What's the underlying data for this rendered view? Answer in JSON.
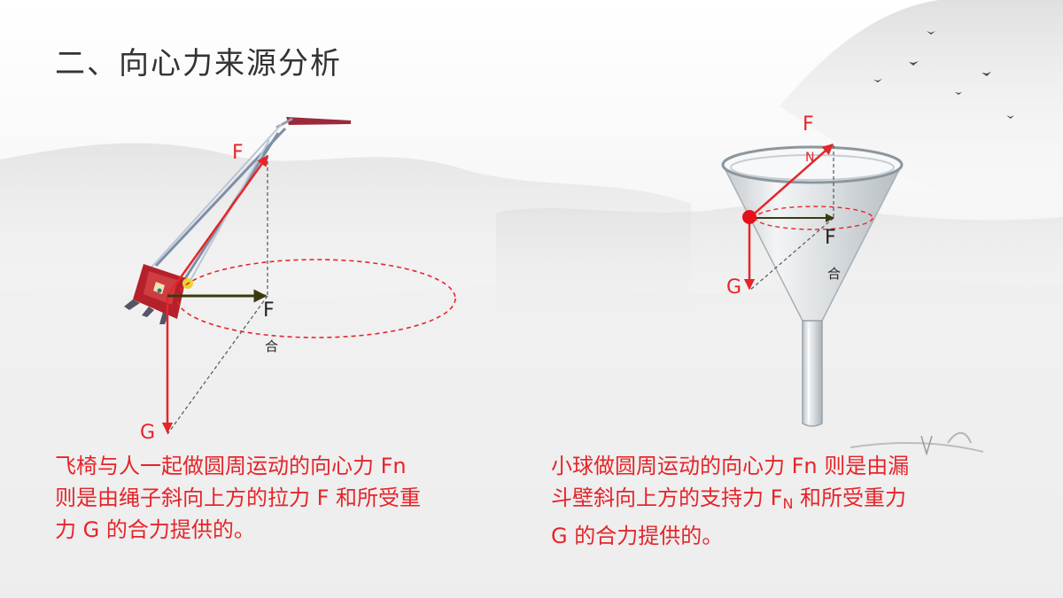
{
  "title": "二、向心力来源分析",
  "left_diagram": {
    "label_F": "F",
    "label_Fhe": "F",
    "label_he": "合",
    "label_G": "G"
  },
  "right_diagram": {
    "label_FN": "F",
    "label_N": "N",
    "label_Fhe": "F",
    "label_he": "合",
    "label_G": "G"
  },
  "caption_left": {
    "line1": "飞椅与人一起做圆周运动的向心力 Fn",
    "line2": "则是由绳子斜向上方的拉力 F 和所受重",
    "line3": "力 G 的合力提供的。"
  },
  "caption_right": {
    "line1": "小球做圆周运动的向心力 Fn 则是由漏",
    "line2_a": "斗壁斜向上方的支持力 F",
    "line2_sub": "N",
    "line2_b": " 和所受重力",
    "line3": "G 的合力提供的。"
  },
  "colors": {
    "accent_red": "#e5252a",
    "arrow_dark": "#3a3a10",
    "text_dark": "#333333"
  }
}
